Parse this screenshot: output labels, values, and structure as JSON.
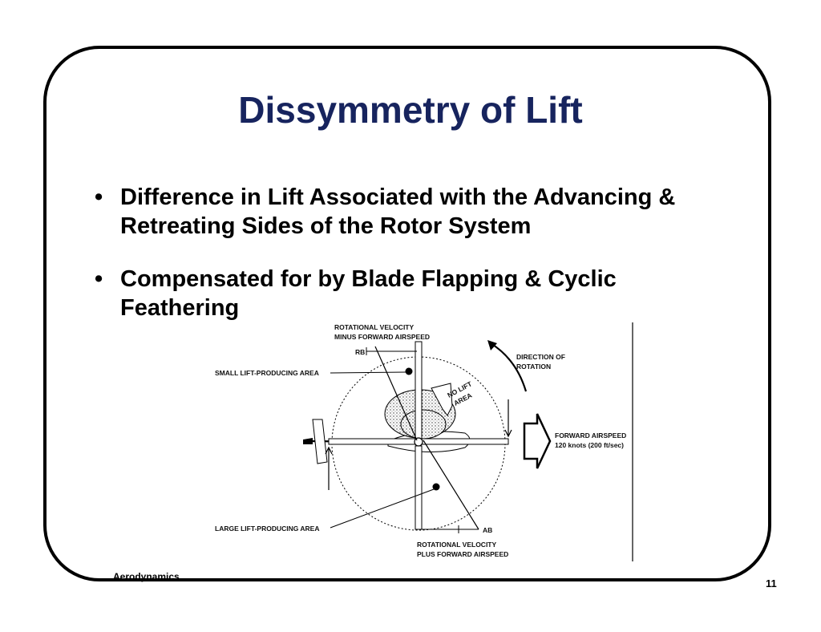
{
  "slide": {
    "title": "Dissymmetry of Lift",
    "bullets": [
      {
        "marker": "•",
        "text": "Difference in Lift Associated with the Advancing & Retreating Sides of the Rotor System"
      },
      {
        "marker": "•",
        "text": "Compensated for by Blade Flapping & Cyclic Feathering"
      }
    ],
    "footer": "Aerodynamics",
    "page_number": "11"
  },
  "diagram": {
    "rotational_minus_line1": "ROTATIONAL VELOCITY",
    "rotational_minus_line2": "MINUS  FORWARD AIRSPEED",
    "rb": "RB",
    "small_lift": "SMALL LIFT-PRODUCING AREA",
    "direction_line1": "DIRECTION OF",
    "direction_line2": "ROTATION",
    "no_lift_line1": "NO LIFT",
    "no_lift_line2": "AREA",
    "forward_line1": "FORWARD AIRSPEED",
    "forward_line2": "120 knots (200 ft/sec)",
    "large_lift": "LARGE LIFT-PRODUCING AREA",
    "ab": "AB",
    "rotational_plus_line1": "ROTATIONAL VELOCITY",
    "rotational_plus_line2": "PLUS  FORWARD AIRSPEED"
  }
}
